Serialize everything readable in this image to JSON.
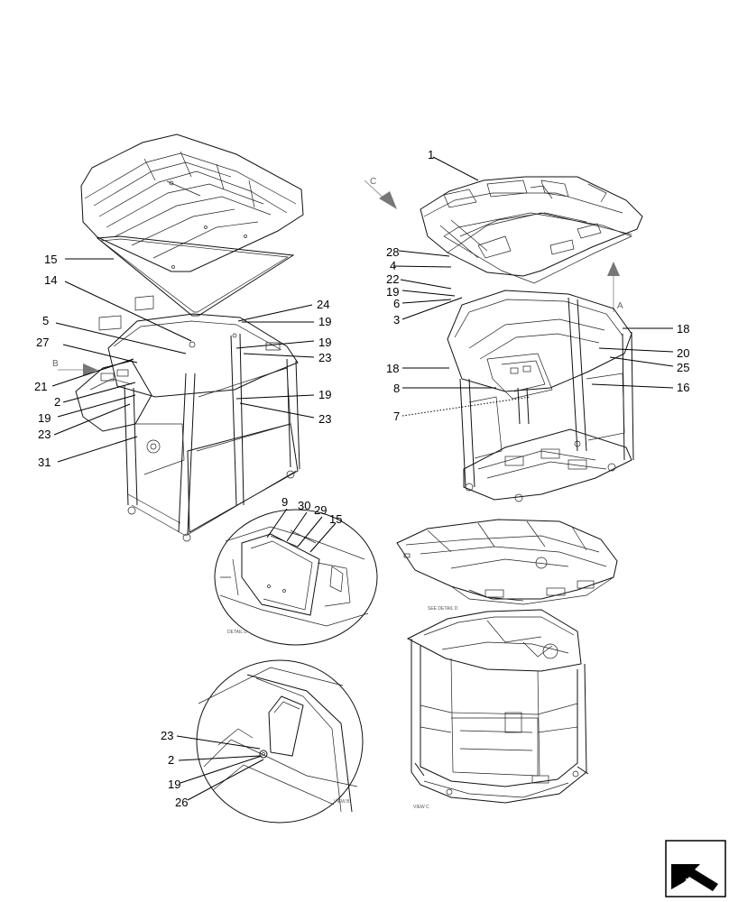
{
  "callouts": {
    "n1": "1",
    "n2": "2",
    "n3": "3",
    "n4": "4",
    "n5": "5",
    "n6": "6",
    "n7": "7",
    "n8": "8",
    "n9": "9",
    "n14": "14",
    "n15": "15",
    "n16": "16",
    "n18": "18",
    "n19": "19",
    "n20": "20",
    "n21": "21",
    "n22": "22",
    "n23": "23",
    "n24": "24",
    "n25": "25",
    "n26": "26",
    "n27": "27",
    "n28": "28",
    "n29": "29",
    "n30": "30",
    "n31": "31"
  },
  "view_labels": {
    "arrow_a": "A",
    "arrow_b": "B",
    "arrow_c": "C",
    "detail_d": "DETAIL D",
    "view_b": "VIEW B",
    "view_c": "VIEW C",
    "see_detail_d": "SEE DETAIL D"
  },
  "icons": {
    "nav": "next-page-arrow-icon"
  }
}
